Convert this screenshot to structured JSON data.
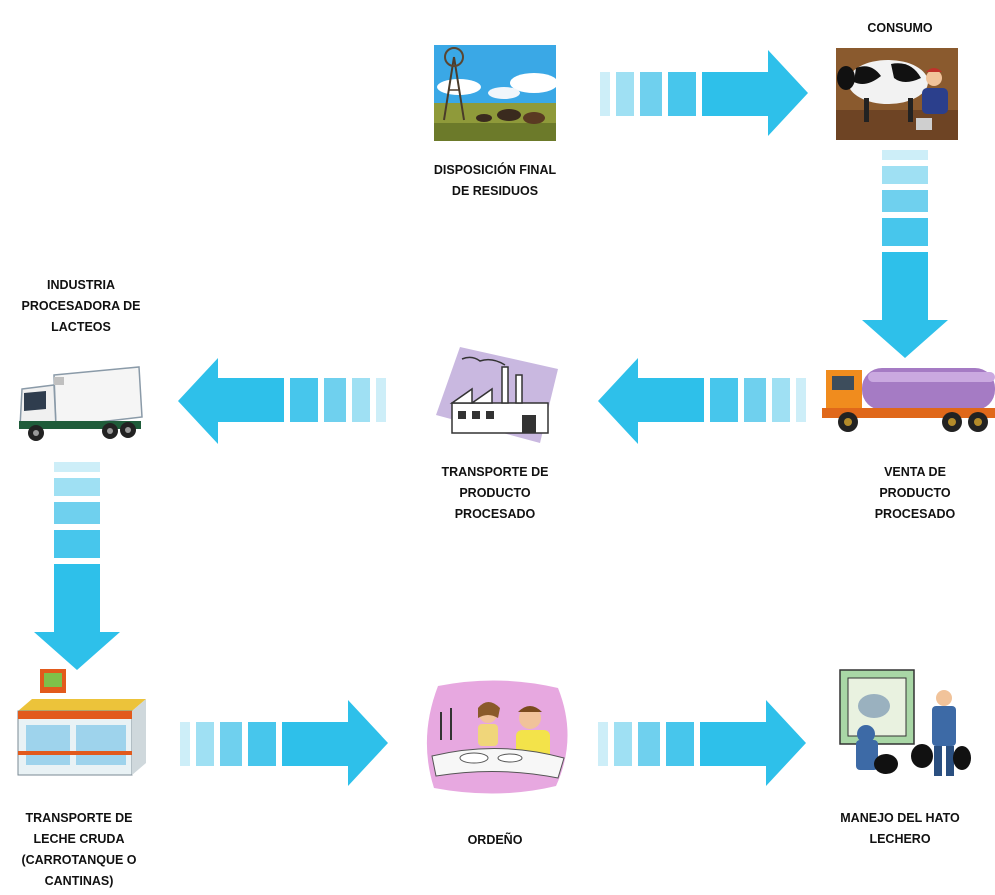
{
  "nodes": {
    "disposicion": {
      "label": [
        "DISPOSICIÓN FINAL",
        "DE RESIDUOS"
      ]
    },
    "consumo": {
      "label": [
        "CONSUMO"
      ]
    },
    "industria": {
      "label": [
        "INDUSTRIA",
        "PROCESADORA DE",
        "LACTEOS"
      ]
    },
    "transporte_procesado": {
      "label": [
        "TRANSPORTE DE",
        "PRODUCTO",
        "PROCESADO"
      ]
    },
    "venta": {
      "label": [
        "VENTA DE",
        "PRODUCTO",
        "PROCESADO"
      ]
    },
    "transporte_leche": {
      "label": [
        "TRANSPORTE DE",
        "LECHE CRUDA",
        "(CARROTANQUE O",
        "CANTINAS)"
      ]
    },
    "ordeno": {
      "label": [
        "ORDEÑO"
      ]
    },
    "manejo": {
      "label": [
        "MANEJO DEL HATO",
        "LECHERO"
      ]
    }
  },
  "icons": {
    "disposicion": "farm-windmill-cattle-icon",
    "consumo": "milking-cow-icon",
    "industria": "refrigerated-truck-icon",
    "transporte_procesado": "factory-icon",
    "venta": "milk-tanker-truck-icon",
    "transporte_leche": "store-icon",
    "ordeno": "dining-couple-icon",
    "manejo": "garbage-collectors-icon"
  },
  "colors": {
    "arrow_light": "#c9eef8",
    "arrow_mid": "#7fd8f0",
    "arrow_dark": "#2ec0ea"
  }
}
